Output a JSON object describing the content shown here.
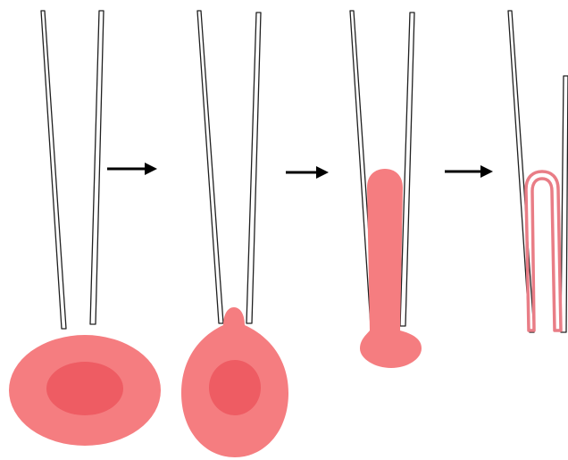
{
  "diagram": {
    "stages": [
      {
        "id": "initial-cell",
        "state": "cell below pipette tip"
      },
      {
        "id": "bulge-entering",
        "state": "cell begins to bulge into pipette"
      },
      {
        "id": "tongue-aspirated",
        "state": "cell tongue drawn into pipette"
      },
      {
        "id": "membrane-only",
        "state": "membrane fully aspirated"
      }
    ],
    "arrows": [
      "arrow-1-to-2",
      "arrow-2-to-3",
      "arrow-3-to-4"
    ]
  },
  "colors": {
    "cell": "#f57d80",
    "cell_core": "#ee5c63",
    "membrane": "#e97d86",
    "pipette_outline": "#202020",
    "arrow": "#000000",
    "background": "#ffffff"
  }
}
